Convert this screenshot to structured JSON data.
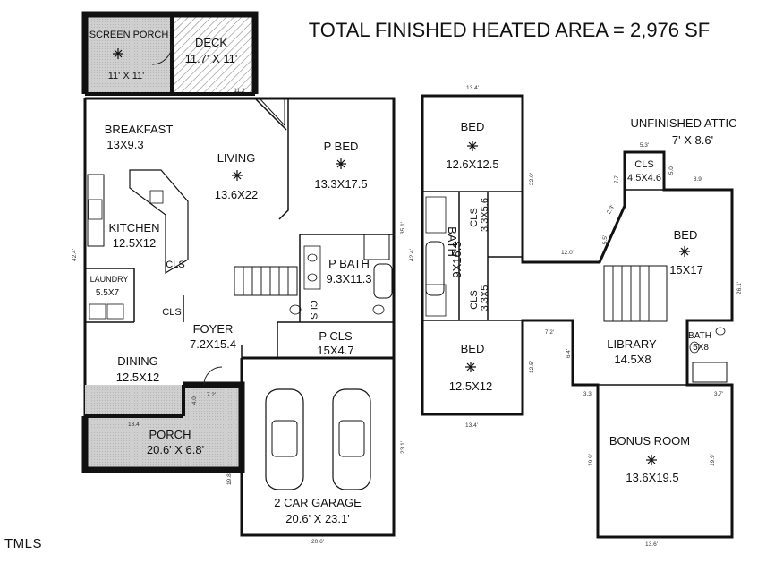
{
  "title": "TOTAL FINISHED HEATED AREA = 2,976 SF",
  "watermark": "TMLS",
  "rooms": {
    "screen_porch": {
      "name": "SCREEN PORCH",
      "size": "11' X 11'"
    },
    "deck": {
      "name": "DECK",
      "size": "11.7' X 11'"
    },
    "breakfast": {
      "name": "BREAKFAST",
      "size": "13X9.3"
    },
    "living": {
      "name": "LIVING",
      "size": "13.6X22"
    },
    "p_bed": {
      "name": "P BED",
      "size": "13.3X17.5"
    },
    "kitchen": {
      "name": "KITCHEN",
      "size": "12.5X12"
    },
    "laundry": {
      "name": "LAUNDRY",
      "size": "5.5X7"
    },
    "p_bath": {
      "name": "P BATH",
      "size": "9.3X11.3"
    },
    "foyer": {
      "name": "FOYER",
      "size": "7.2X15.4"
    },
    "p_cls": {
      "name": "P CLS",
      "size": "15X4.7"
    },
    "dining": {
      "name": "DINING",
      "size": "12.5X12"
    },
    "porch": {
      "name": "PORCH",
      "size": "20.6' X 6.8'"
    },
    "garage": {
      "name": "2 CAR GARAGE",
      "size": "20.6' X 23.1'"
    },
    "bed_upper": {
      "name": "BED",
      "size": "12.6X12.5"
    },
    "bed_lower": {
      "name": "BED",
      "size": "12.5X12"
    },
    "bath_upper": {
      "name": "BATH",
      "size": "9X16.3"
    },
    "cls_a": {
      "name": "CLS",
      "size": "3.3X5.6"
    },
    "cls_b": {
      "name": "CLS",
      "size": "3.3X5"
    },
    "attic": {
      "name": "UNFINISHED ATTIC",
      "size": "7' X 8.6'"
    },
    "cls_attic": {
      "name": "CLS",
      "size": "4.5X4.6"
    },
    "bed_right": {
      "name": "BED",
      "size": "15X17"
    },
    "library": {
      "name": "LIBRARY",
      "size": "14.5X8"
    },
    "bath_small": {
      "name": "BATH",
      "size": "5X8"
    },
    "bonus": {
      "name": "BONUS ROOM",
      "size": "13.6X19.5"
    }
  },
  "labels": {
    "cls_kitchen": "CLS",
    "cls_foyer": "CLS",
    "cls_bath": "CLS"
  },
  "dimensions": {
    "d_112": "11.2'",
    "d_424_left": "42.4'",
    "d_351": "35.1'",
    "d_424_mid": "42.4'",
    "d_72": "7.2'",
    "d_134_porch": "13.4'",
    "d_40": "4.0'",
    "d_198": "19.8'",
    "d_231": "23.1'",
    "d_206": "20.6'",
    "d_134_top": "13.4'",
    "d_220": "22.0'",
    "d_120": "12.0'",
    "d_125": "12.5'",
    "d_134_bottom": "13.4'",
    "d_55": "5.5'",
    "d_23": "2.3'",
    "d_77": "7.7'",
    "d_53": "5.3'",
    "d_50": "5.0'",
    "d_89": "8.9'",
    "d_261": "26.1'",
    "d_72_upper": "7.2'",
    "d_64": "6.4'",
    "d_33": "3.3'",
    "d_37": "3.7'",
    "d_199_left": "19.9'",
    "d_199_right": "19.9'",
    "d_136": "13.6'"
  },
  "colors": {
    "wall": "#111111",
    "hatch": "#8a8a8a",
    "fill": "#d0d0d0"
  }
}
